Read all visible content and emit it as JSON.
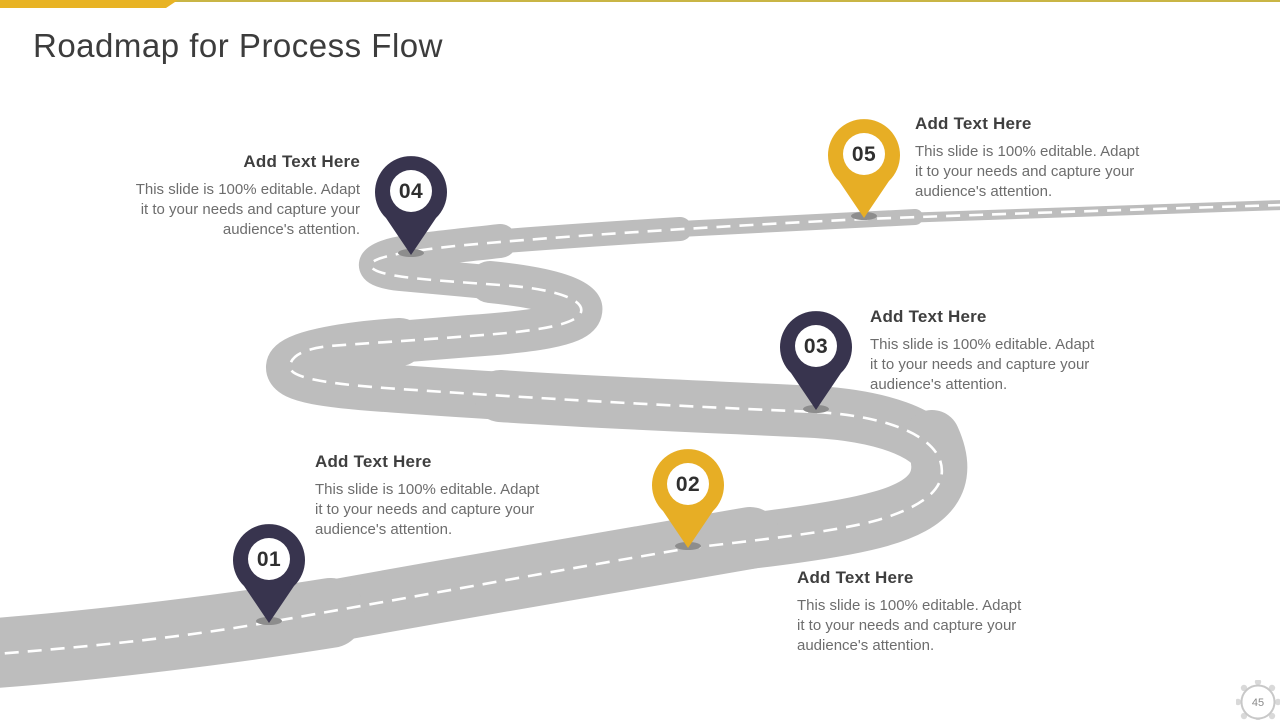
{
  "slide": {
    "title": "Roadmap for Process Flow",
    "page_number": "45"
  },
  "colors": {
    "accent_yellow": "#E8B324",
    "accent_thin_line": "#C9B545",
    "pin_dark": "#38344E",
    "pin_yellow": "#E7AE25",
    "road_gray": "#BDBDBD",
    "road_dash": "#FFFFFF",
    "heading_text": "#3F3F3F",
    "body_text": "#6D6D6D"
  },
  "milestones": [
    {
      "number": "01",
      "pin_style": "dark",
      "pin_color": "#38344E",
      "heading": "Add Text Here",
      "body_lines": [
        "This slide is 100% editable. Adapt",
        "it to your needs and capture your",
        "audience's attention."
      ]
    },
    {
      "number": "02",
      "pin_style": "yellow",
      "pin_color": "#E7AE25",
      "heading": "Add Text Here",
      "body_lines": [
        "This slide is 100% editable. Adapt",
        "it to your needs and capture your",
        "audience's attention."
      ]
    },
    {
      "number": "03",
      "pin_style": "dark",
      "pin_color": "#38344E",
      "heading": "Add Text Here",
      "body_lines": [
        "This slide is 100% editable. Adapt",
        "it to your needs and capture your",
        "audience's attention."
      ]
    },
    {
      "number": "04",
      "pin_style": "dark",
      "pin_color": "#38344E",
      "heading": "Add Text Here",
      "body_lines": [
        "This slide is 100% editable. Adapt",
        "it to your needs and capture your",
        "audience's attention."
      ]
    },
    {
      "number": "05",
      "pin_style": "yellow",
      "pin_color": "#E7AE25",
      "heading": "Add Text Here",
      "body_lines": [
        "This slide is 100% editable. Adapt",
        "it to your needs and capture your",
        "audience's attention."
      ]
    }
  ]
}
